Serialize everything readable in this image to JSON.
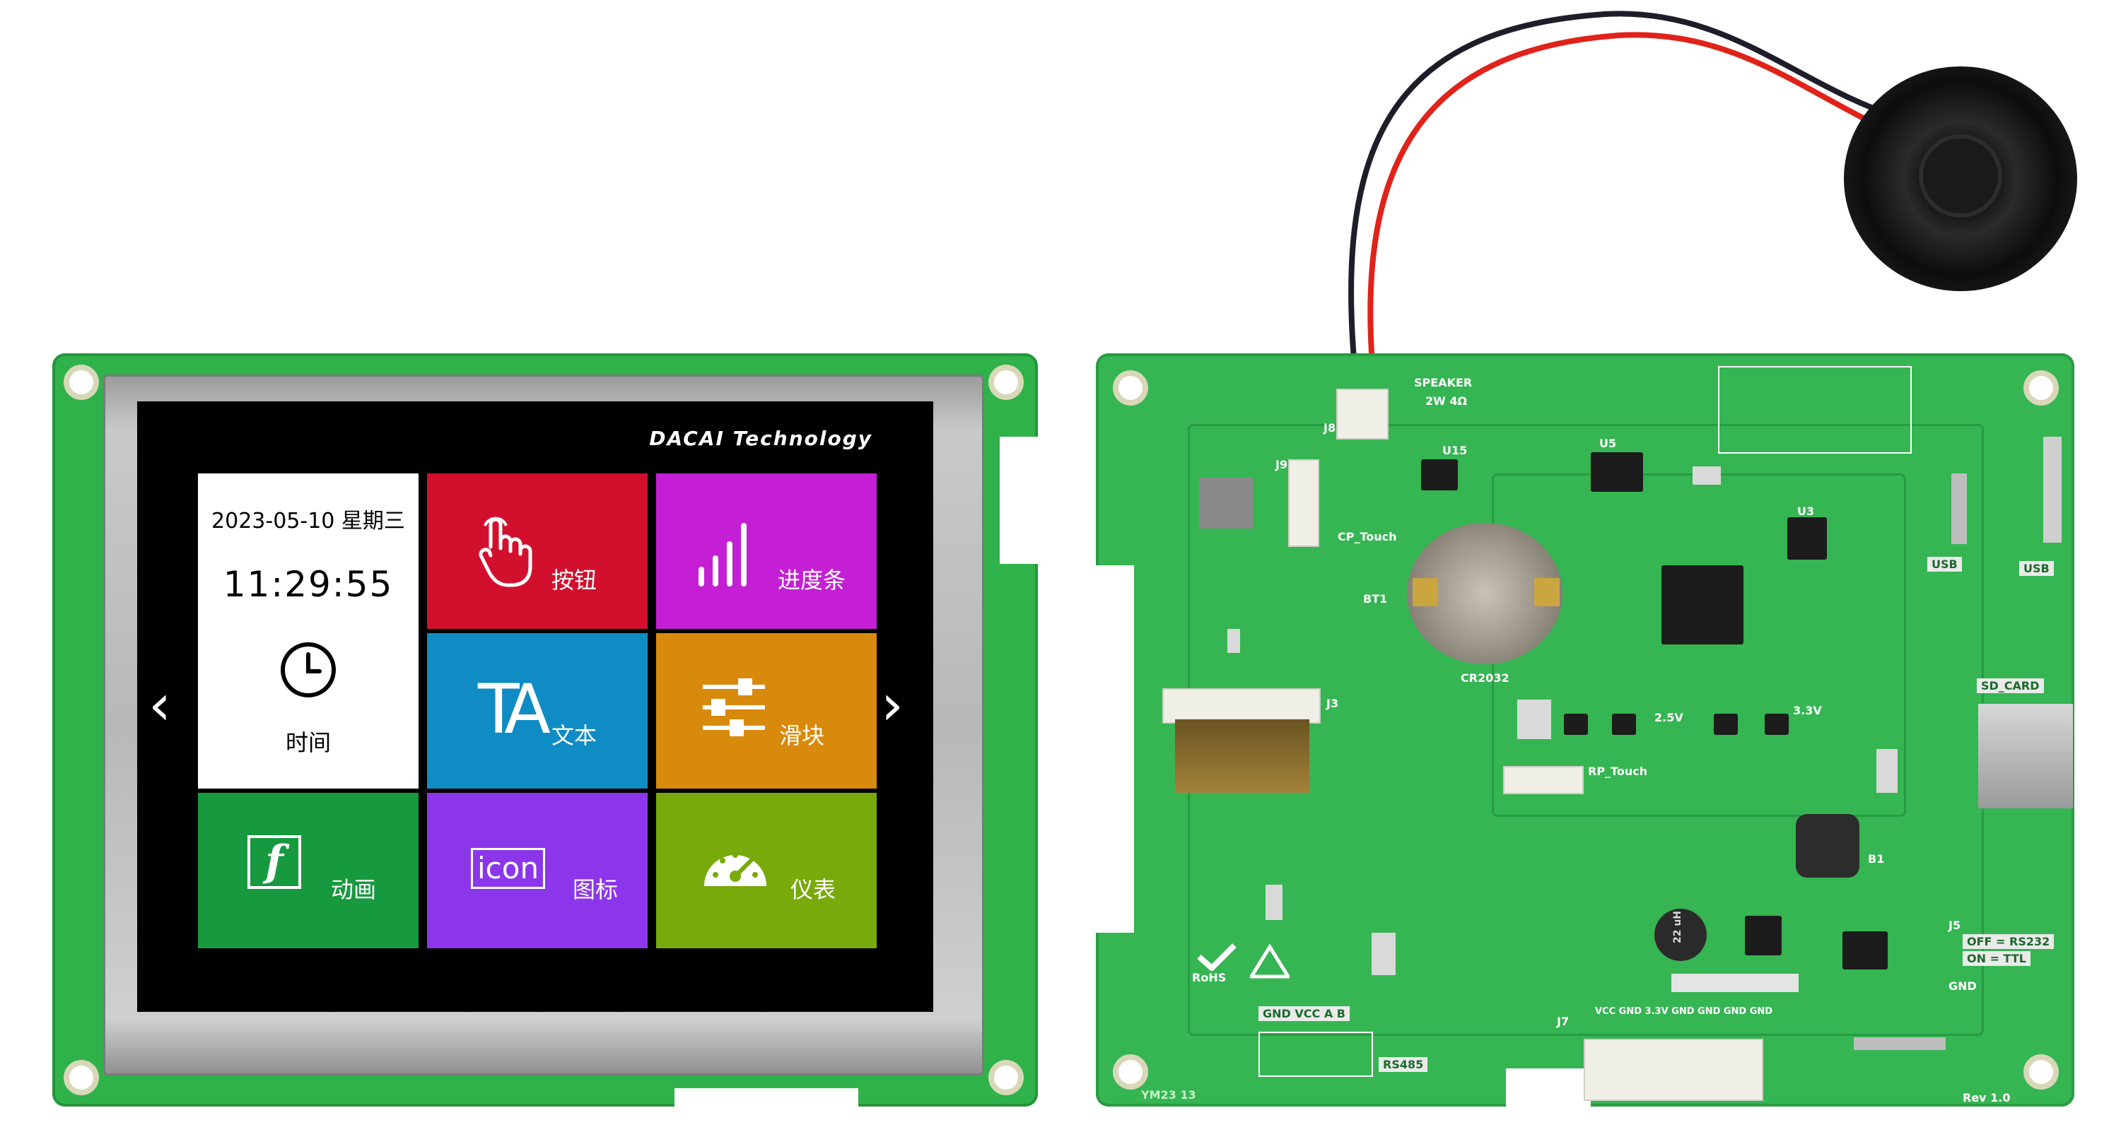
{
  "display": {
    "brand": "DACAI Technology",
    "date": "2023-05-10 星期三",
    "clock": "11:29:55",
    "tiles": {
      "time": "时间",
      "button": "按钮",
      "progress": "进度条",
      "text": "文本",
      "text_icon": "TA",
      "slider": "滑块",
      "animation": "动画",
      "animation_icon": "f",
      "icon": "图标",
      "icon_icon": "icon",
      "gauge": "仪表"
    },
    "colors": {
      "button": "#d2102e",
      "progress": "#c41fd4",
      "text": "#0f8cc4",
      "slider": "#d88a0c",
      "animation": "#17993f",
      "icon": "#8c36ec",
      "gauge": "#78aa0c"
    },
    "nav": {
      "prev": "‹",
      "next": "›"
    }
  },
  "pcb": {
    "speaker": "SPEAKER",
    "speaker_spec": "2W 4Ω",
    "cp_touch": "CP_Touch",
    "battery": "CR2032",
    "bt1": "BT1",
    "rp_touch": "RP_Touch",
    "sd_card": "SD_CARD",
    "usb_left": "USB",
    "usb_right": "USB",
    "j8": "J8",
    "j9": "J9",
    "j3": "J3",
    "j5": "J5",
    "j7": "J7",
    "u5": "U5",
    "u3": "U3",
    "u15": "U15",
    "b1": "B1",
    "v33": "3.3V",
    "v25": "2.5V",
    "rs485": "RS485",
    "rs485_pins": "GND VCC  A   B",
    "rs232": "OFF = RS232",
    "ttl": "ON = TTL",
    "gnd": "GND",
    "rev": "Rev 1.0",
    "ym": "YM23 13",
    "rohs": "RoHS",
    "inductor": "22 uH",
    "bottom_pins": "VCC GND 3.3V GND GND GND GND"
  }
}
